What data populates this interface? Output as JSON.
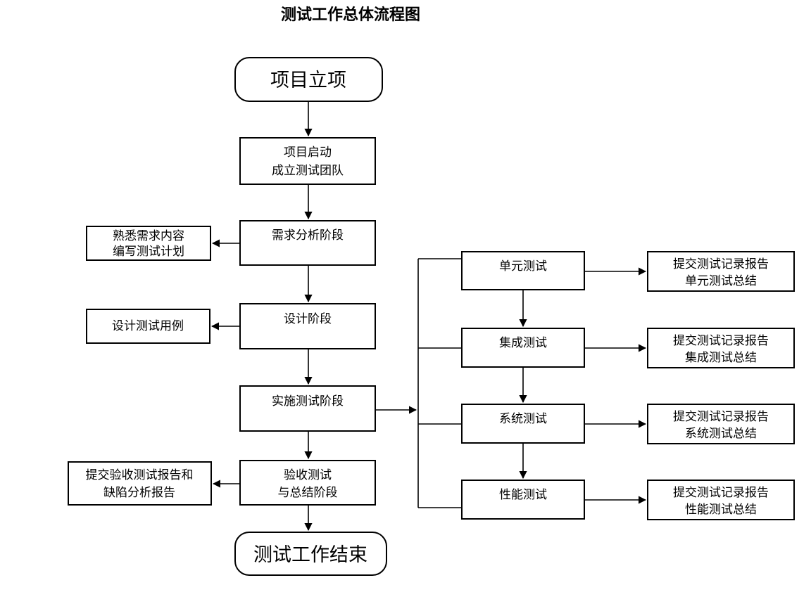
{
  "title": "测试工作总体流程图",
  "diagram": {
    "type": "flowchart",
    "orientation": "top-to-bottom-with-right-branch",
    "nodes": {
      "start": {
        "label": "项目立项",
        "shape": "rounded-rectangle"
      },
      "kickoff": {
        "line1": "项目启动",
        "line2": "成立测试团队",
        "shape": "rectangle"
      },
      "requirement": {
        "label": "需求分析阶段",
        "shape": "rectangle"
      },
      "design": {
        "label": "设计阶段",
        "shape": "rectangle"
      },
      "execute": {
        "label": "实施测试阶段",
        "shape": "rectangle"
      },
      "acceptance": {
        "line1": "验收测试",
        "line2": "与总结阶段",
        "shape": "rectangle"
      },
      "end": {
        "label": "测试工作结束",
        "shape": "rounded-rectangle"
      },
      "requirement_output": {
        "line1": "熟悉需求内容",
        "line2": "编写测试计划",
        "shape": "rectangle"
      },
      "design_output": {
        "label": "设计测试用例",
        "shape": "rectangle"
      },
      "acceptance_output": {
        "line1": "提交验收测试报告和",
        "line2": "缺陷分析报告",
        "shape": "rectangle"
      },
      "unit_test": {
        "label": "单元测试",
        "shape": "rectangle"
      },
      "integration_test": {
        "label": "集成测试",
        "shape": "rectangle"
      },
      "system_test": {
        "label": "系统测试",
        "shape": "rectangle"
      },
      "performance_test": {
        "label": "性能测试",
        "shape": "rectangle"
      },
      "unit_report": {
        "line1": "提交测试记录报告",
        "line2": "单元测试总结",
        "shape": "rectangle"
      },
      "integration_report": {
        "line1": "提交测试记录报告",
        "line2": "集成测试总结",
        "shape": "rectangle"
      },
      "system_report": {
        "line1": "提交测试记录报告",
        "line2": "系统测试总结",
        "shape": "rectangle"
      },
      "performance_report": {
        "line1": "提交测试记录报告",
        "line2": "性能测试总结",
        "shape": "rectangle"
      }
    },
    "colors": {
      "stroke": "#000000",
      "fill": "#ffffff",
      "text": "#000000",
      "background": "#ffffff"
    }
  }
}
